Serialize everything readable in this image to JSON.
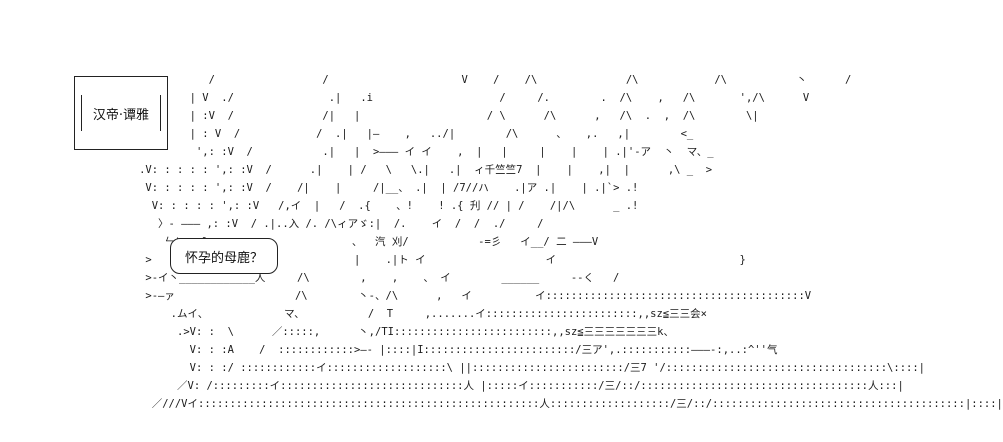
{
  "name_box": {
    "text": "汉帝·谭雅"
  },
  "speech_bubble": {
    "text": "怀孕的母鹿？"
  },
  "ascii_art": {
    "lines": [
      "                                 /                 /                     V    /    /\\              /\\            /\\           丶      /",
      "                              | V  ./               .|   .i                    /     /.        .  /\\    ,   /\\       ',/\\      V",
      "                              | :V  /              /|   |                    / \\      /\\      ,   /\\  .  ,  /\\        \\|",
      "                              | : V  /            /  .|   |—    ,   ../|        /\\      、   ,.   ,|        <_",
      "                               ',: :V  /           .|   |  >——— イ イ    ,  |   |     |    |    | .|'‐ア  丶  マ、_",
      "                      .V: : : : : ',: :V  /      .|    | /   \\   \\.|   .|  ィ千竺竺7  |    |    ,|  |      ,\\ _  >",
      "                       V: : : : : ',: :V  /    /|    |     /|__、 .|  | /7//ハ    .|ア .|    | .|`> .!",
      "                        V: : : : : ',: :V   /,イ  |   /  .{    、!    ! .{ 刋 // | /    /|/\\      _ .!",
      "                         〉- ——— ,: :V  / .|..入 /. /\\ィアゞ:|  /.    イ  /  /  ./     /",
      "                          ㄣt   f                       、  汽 刈/           -=彡   イ__/ 二 ———V",
      "                       >   |                            |    .|ト イ                   イ                             }",
      "                       >-イ丶____________人     /\\        ,    ,    、 イ        ______     --く   /",
      "                       >-—ァ                   /\\        丶-、/\\      ,   イ          イ:::::::::::::::::::::::::::::::::::::::::V",
      "                           .ムイ、            マ、          /  T     ,.......イ::::::::::::::::::::::::,,sz≦三三会×",
      "                            .>V: :  \\      ／:::::,      丶,/TI:::::::::::::::::::::::::,,sz≦三三三三三三三k、",
      "                              V: : :A    /  ::::::::::::>—- |::::|I::::::::::::::::::::::::/三ア',.:::::::::::———-:,..:^''气",
      "                              V: : :/ ::::::::::::イ:::::::::::::::::::\\ ||::::::::::::::::::::::::/三7 '/:::::::::::::::::::::::::::::::::::\\::::|",
      "                            ／V: /:::::::::イ:::::::::::::::::::::::::::::人 |:::::イ:::::::::::/三/::/::::::::::::::::::::::::::::::::::::人:::|",
      "                        ／///Vイ::::::::::::::::::::::::::::::::::::::::::::::::::::::人:::::::::::::::::::/三/::/::::::::::::::::::::::::::::::::::::::::|::::|"
    ]
  }
}
